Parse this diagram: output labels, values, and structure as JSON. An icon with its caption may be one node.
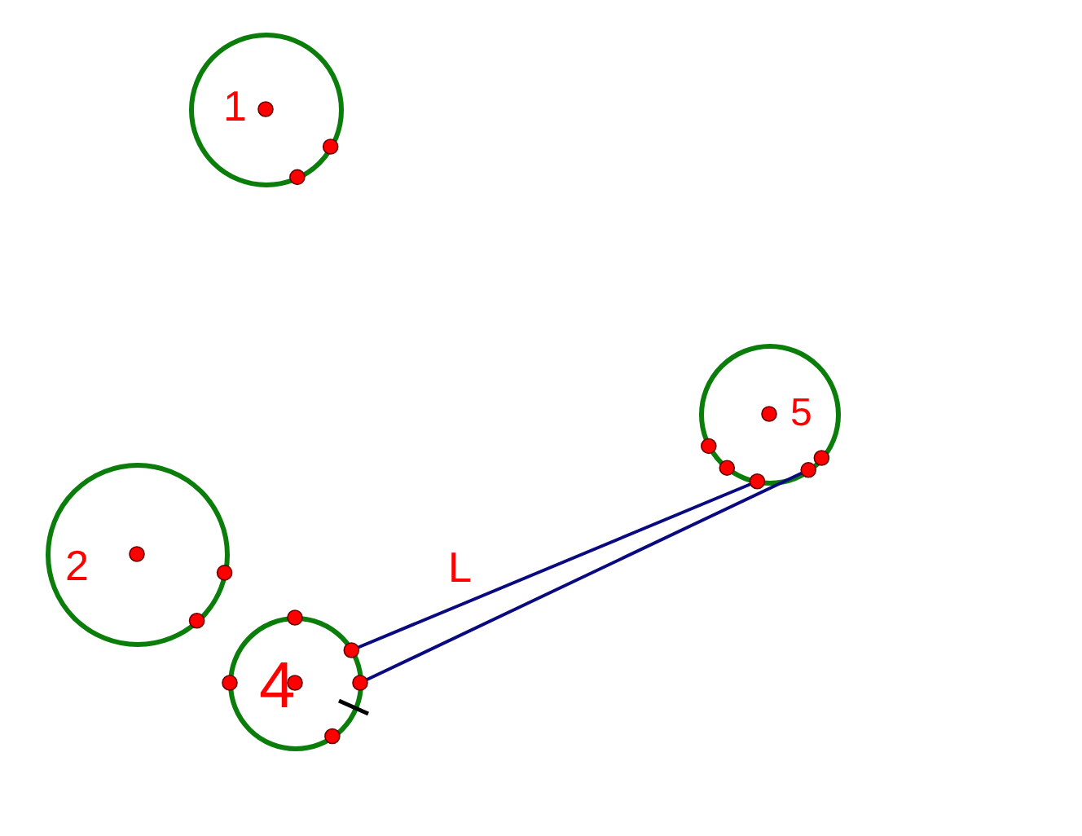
{
  "diagram": {
    "nodes": [
      {
        "text": [
          "1"
        ]
      },
      {
        "text": [
          "2"
        ]
      },
      {
        "text": [
          "4"
        ]
      },
      {
        "text": [
          "5"
        ]
      }
    ],
    "edges": [
      {
        "from": 2,
        "to": 3,
        "arrow": "none"
      },
      {
        "from": 2,
        "to": 3,
        "arrow": "none"
      }
    ],
    "labels": [
      "L"
    ]
  }
}
